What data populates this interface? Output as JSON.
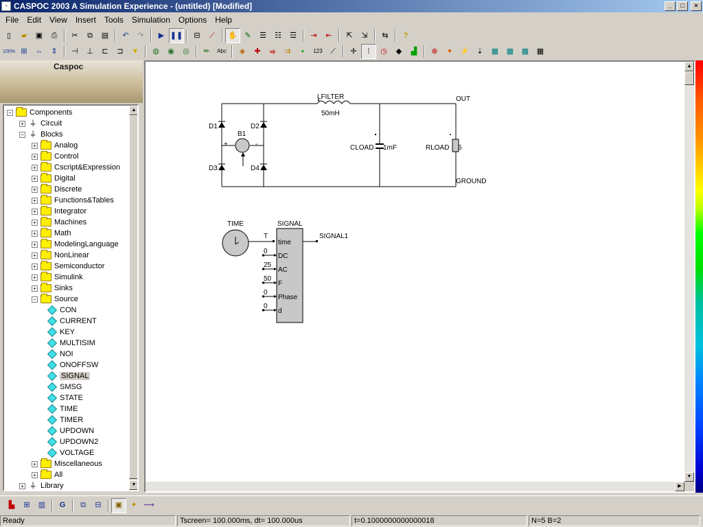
{
  "app": {
    "title": "CASPOC 2003 A Simulation Experience - (untitled) [Modified]",
    "window_buttons": {
      "minimize": "_",
      "maximize": "□",
      "close": "×"
    }
  },
  "menubar": [
    "File",
    "Edit",
    "View",
    "Insert",
    "Tools",
    "Simulation",
    "Options",
    "Help"
  ],
  "toolbar": {
    "row1": [
      "new-icon",
      "open-icon",
      "save-icon",
      "print-icon",
      "cut-icon",
      "copy-icon",
      "paste-icon",
      "undo-icon",
      "redo-icon",
      "run-simulation-icon",
      "pause-simulation-icon",
      "scope-icon",
      "ramp-icon",
      "pan-hand-icon",
      "edit-plot-icon",
      "list-icon",
      "list-options-icon",
      "list-check-icon",
      "move-right-icon",
      "move-center-icon",
      "export-icon",
      "import-icon",
      "swap-icon",
      "help-icon"
    ],
    "row2": [
      "zoom-100-icon",
      "zoom-fit-icon",
      "zoom-width-icon",
      "zoom-height-icon",
      "align-horizontal-icon",
      "align-vertical-icon",
      "flip-horizontal-icon",
      "flip-vertical-icon",
      "filter-icon",
      "globe-icon",
      "globe-network-icon",
      "globe-earth-icon",
      "pen-icon",
      "text-label-icon",
      "component-icon",
      "node-icon",
      "wire-icon",
      "bus-icon",
      "connector-icon",
      "number-icon",
      "probe-icon",
      "cross-node-icon",
      "grid-icon",
      "timer-icon",
      "fill-icon",
      "chart-icon",
      "component-library-icon",
      "fire-icon",
      "electric-icon",
      "list-down-icon",
      "block-icon",
      "block-alt-icon",
      "block-third-icon",
      "table-icon"
    ],
    "zoom_label": "100%",
    "text_label": "Abc",
    "number_label": "123"
  },
  "left_panel": {
    "banner_title": "Caspoc",
    "tree": [
      {
        "label": "Components",
        "level": 0,
        "expander": "−",
        "icon": "folder"
      },
      {
        "label": "Circuit",
        "level": 1,
        "expander": "+",
        "icon": "circuit"
      },
      {
        "label": "Blocks",
        "level": 1,
        "expander": "−",
        "icon": "circuit"
      },
      {
        "label": "Analog",
        "level": 2,
        "expander": "+",
        "icon": "folder"
      },
      {
        "label": "Control",
        "level": 2,
        "expander": "+",
        "icon": "folder"
      },
      {
        "label": "Cscript&Expression",
        "level": 2,
        "expander": "+",
        "icon": "folder"
      },
      {
        "label": "Digital",
        "level": 2,
        "expander": "+",
        "icon": "folder"
      },
      {
        "label": "Discrete",
        "level": 2,
        "expander": "+",
        "icon": "folder"
      },
      {
        "label": "Functions&Tables",
        "level": 2,
        "expander": "+",
        "icon": "folder"
      },
      {
        "label": "Integrator",
        "level": 2,
        "expander": "+",
        "icon": "folder"
      },
      {
        "label": "Machines",
        "level": 2,
        "expander": "+",
        "icon": "folder"
      },
      {
        "label": "Math",
        "level": 2,
        "expander": "+",
        "icon": "folder"
      },
      {
        "label": "ModelingLanguage",
        "level": 2,
        "expander": "+",
        "icon": "folder"
      },
      {
        "label": "NonLinear",
        "level": 2,
        "expander": "+",
        "icon": "folder"
      },
      {
        "label": "Semiconductor",
        "level": 2,
        "expander": "+",
        "icon": "folder"
      },
      {
        "label": "Simulink",
        "level": 2,
        "expander": "+",
        "icon": "folder"
      },
      {
        "label": "Sinks",
        "level": 2,
        "expander": "+",
        "icon": "folder"
      },
      {
        "label": "Source",
        "level": 2,
        "expander": "−",
        "icon": "folder"
      },
      {
        "label": "CON",
        "level": 3,
        "expander": "",
        "icon": "diamond"
      },
      {
        "label": "CURRENT",
        "level": 3,
        "expander": "",
        "icon": "diamond"
      },
      {
        "label": "KEY",
        "level": 3,
        "expander": "",
        "icon": "diamond"
      },
      {
        "label": "MULTISIM",
        "level": 3,
        "expander": "",
        "icon": "diamond"
      },
      {
        "label": "NOI",
        "level": 3,
        "expander": "",
        "icon": "diamond"
      },
      {
        "label": "ONOFFSW",
        "level": 3,
        "expander": "",
        "icon": "diamond"
      },
      {
        "label": "SIGNAL",
        "level": 3,
        "expander": "",
        "icon": "diamond",
        "selected": true
      },
      {
        "label": "SMSG",
        "level": 3,
        "expander": "",
        "icon": "diamond"
      },
      {
        "label": "STATE",
        "level": 3,
        "expander": "",
        "icon": "diamond"
      },
      {
        "label": "TIME",
        "level": 3,
        "expander": "",
        "icon": "diamond"
      },
      {
        "label": "TIMER",
        "level": 3,
        "expander": "",
        "icon": "diamond"
      },
      {
        "label": "UPDOWN",
        "level": 3,
        "expander": "",
        "icon": "diamond"
      },
      {
        "label": "UPDOWN2",
        "level": 3,
        "expander": "",
        "icon": "diamond"
      },
      {
        "label": "VOLTAGE",
        "level": 3,
        "expander": "",
        "icon": "diamond"
      },
      {
        "label": "Miscellaneous",
        "level": 2,
        "expander": "+",
        "icon": "folder"
      },
      {
        "label": "All",
        "level": 2,
        "expander": "+",
        "icon": "folder"
      },
      {
        "label": "Library",
        "level": 1,
        "expander": "+",
        "icon": "circuit"
      }
    ]
  },
  "schematic": {
    "circuit": {
      "lfilter_label": "LFILTER",
      "lfilter_value": "50mH",
      "out_label": "OUT",
      "ground_label": "GROUND",
      "d1": "D1",
      "d2": "D2",
      "d3": "D3",
      "d4": "D4",
      "b1": "B1",
      "plus": "+",
      "minus": "-",
      "cload_label": "CLOAD",
      "cload_value": "1mF",
      "rload_label": "RLOAD",
      "rload_value": "6"
    },
    "signal_block": {
      "time_label": "TIME",
      "signal_label": "SIGNAL",
      "output_label": "SIGNAL1",
      "t_label": "T",
      "ports": [
        "time",
        "DC",
        "AC",
        "F",
        "Phase",
        "d"
      ],
      "inputs": [
        "0",
        "25",
        "50",
        "0",
        "0"
      ]
    }
  },
  "bottom_toolbar": [
    "block-diagram-icon",
    "tree-view-icon",
    "chip-icon",
    "refresh-icon",
    "network-icon",
    "tree-structure-icon",
    "scope-image-icon",
    "folder-star-icon",
    "sweep-icon"
  ],
  "statusbar": {
    "ready": "Ready",
    "tscreen": "Tscreen= 100.000ms, dt= 100.000us",
    "time": "t=0.1000000000000018",
    "nb": "N=5 B=2"
  }
}
